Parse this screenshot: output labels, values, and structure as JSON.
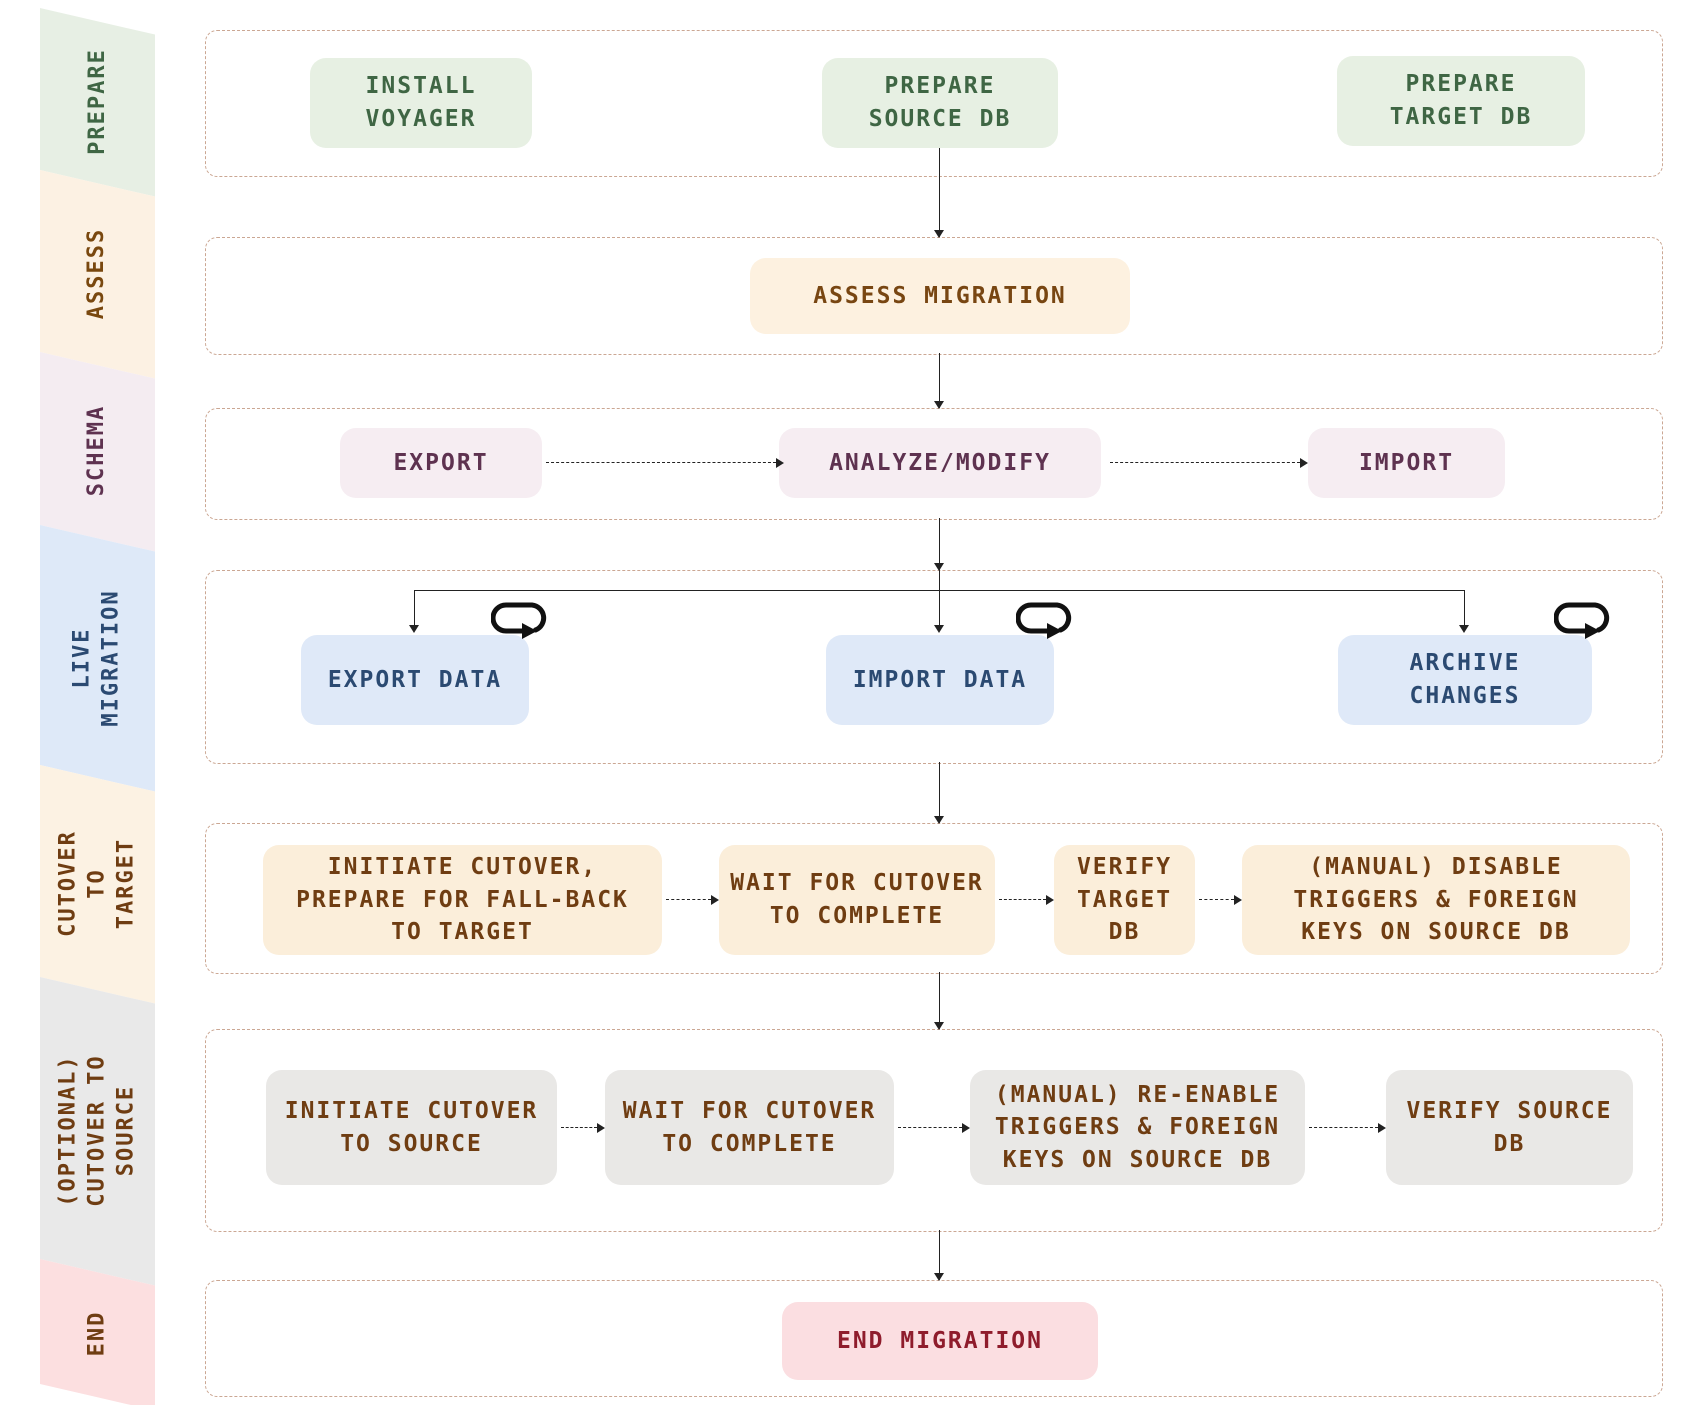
{
  "sidebar": {
    "phases": [
      {
        "label": "PREPARE",
        "band_color": "#e7efe4",
        "text_color": "#3f6644"
      },
      {
        "label": "ASSESS",
        "band_color": "#fcf1e3",
        "text_color": "#79480f"
      },
      {
        "label": "SCHEMA",
        "band_color": "#f4ecf1",
        "text_color": "#5e3250"
      },
      {
        "label": "LIVE\nMIGRATION",
        "band_color": "#dee9f8",
        "text_color": "#2b4a72"
      },
      {
        "label": "CUTOVER TO\nTARGET",
        "band_color": "#fcf2e3",
        "text_color": "#6f3d12"
      },
      {
        "label": "(OPTIONAL)\nCUTOVER TO\nSOURCE",
        "band_color": "#e9e9e9",
        "text_color": "#6f3d12"
      },
      {
        "label": "END",
        "band_color": "#fcdfe0",
        "text_color": "#6f3d12"
      }
    ]
  },
  "rows": [
    {
      "phase": "PREPARE",
      "box_color": "#e7f0e3",
      "text_color": "#3f6644",
      "boxes": [
        {
          "label": "INSTALL\nVOYAGER"
        },
        {
          "label": "PREPARE\nSOURCE DB"
        },
        {
          "label": "PREPARE\nTARGET DB"
        }
      ]
    },
    {
      "phase": "ASSESS",
      "box_color": "#fdf1e0",
      "text_color": "#784612",
      "boxes": [
        {
          "label": "ASSESS MIGRATION"
        }
      ]
    },
    {
      "phase": "SCHEMA",
      "box_color": "#f6edf2",
      "text_color": "#5e3250",
      "boxes": [
        {
          "label": "EXPORT"
        },
        {
          "label": "ANALYZE/MODIFY"
        },
        {
          "label": "IMPORT"
        }
      ]
    },
    {
      "phase": "LIVE MIGRATION",
      "box_color": "#dfe9f8",
      "text_color": "#2b4a72",
      "boxes": [
        {
          "label": "EXPORT DATA",
          "loop": true
        },
        {
          "label": "IMPORT DATA",
          "loop": true
        },
        {
          "label": "ARCHIVE\nCHANGES",
          "loop": true
        }
      ]
    },
    {
      "phase": "CUTOVER TO TARGET",
      "box_color": "#fbeeda",
      "text_color": "#6f3d12",
      "boxes": [
        {
          "label": "INITIATE CUTOVER,\nPREPARE FOR FALL-BACK\nTO TARGET"
        },
        {
          "label": "WAIT FOR CUTOVER\nTO COMPLETE"
        },
        {
          "label": "VERIFY\nTARGET\nDB"
        },
        {
          "label": "(MANUAL) DISABLE\nTRIGGERS & FOREIGN\nKEYS ON SOURCE DB"
        }
      ]
    },
    {
      "phase": "(OPTIONAL) CUTOVER TO SOURCE",
      "box_color": "#e9e8e6",
      "text_color": "#6f3d12",
      "boxes": [
        {
          "label": "INITIATE CUTOVER\nTO SOURCE"
        },
        {
          "label": "WAIT FOR CUTOVER\nTO COMPLETE"
        },
        {
          "label": "(MANUAL) RE-ENABLE\nTRIGGERS & FOREIGN\nKEYS ON SOURCE DB"
        },
        {
          "label": "VERIFY SOURCE\nDB"
        }
      ]
    },
    {
      "phase": "END",
      "box_color": "#fbdee1",
      "text_color": "#8f1c2c",
      "boxes": [
        {
          "label": "END MIGRATION"
        }
      ]
    }
  ],
  "icons": {
    "repeat_loop": "rounded loop arrow marking repeating live-migration steps",
    "arrow_down": "solid arrow showing flow to next phase",
    "arrow_right_dashed": "dashed arrow showing step order inside a phase"
  },
  "colors": {
    "row_border": "#cba793",
    "connector": "#222222",
    "background": "#ffffff"
  }
}
